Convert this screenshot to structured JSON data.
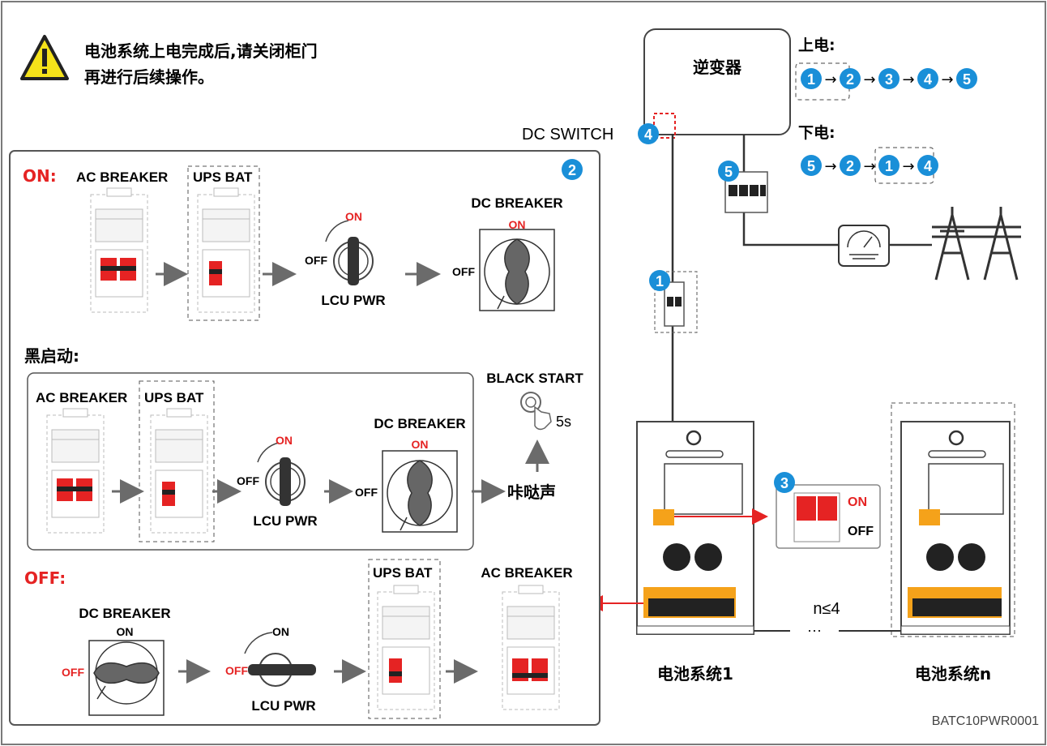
{
  "warning": {
    "line1": "电池系统上电完成后,请关闭柜门",
    "line2": "再进行后续操作。"
  },
  "inverter": {
    "label": "逆变器"
  },
  "dc_switch": {
    "label": "DC SWITCH",
    "step": "4"
  },
  "sequence": {
    "power_on_title": "上电:",
    "power_on_steps": [
      "1",
      "2",
      "3",
      "4",
      "5"
    ],
    "power_off_title": "下电:",
    "power_off_steps": [
      "5",
      "2",
      "1",
      "4"
    ],
    "arrow": "→"
  },
  "panel": {
    "step": "2",
    "on_title": "ON:",
    "black_start_title": "黑启动:",
    "off_title": "OFF:"
  },
  "labels": {
    "ac_breaker": "AC BREAKER",
    "ups_bat": "UPS BAT",
    "dc_breaker": "DC BREAKER",
    "lcu_pwr": "LCU PWR",
    "on": "ON",
    "off": "OFF",
    "black_start": "BLACK START",
    "seconds": "5s",
    "click_sound": "咔哒声"
  },
  "markers": {
    "grid_breaker": "5",
    "battery_breaker": "1",
    "rack_switch": "3"
  },
  "rack_switch": {
    "on": "ON",
    "off": "OFF"
  },
  "cabinets": {
    "left_label": "电池系统1",
    "right_label": "电池系统n",
    "count": "n≤4",
    "ellipsis": "···"
  },
  "doc_code": "BATC10PWR0001",
  "colors": {
    "accent_blue": "#1a8fd8",
    "red": "#e52323",
    "orange": "#f5a21a",
    "gray": "#6b6b6b"
  }
}
